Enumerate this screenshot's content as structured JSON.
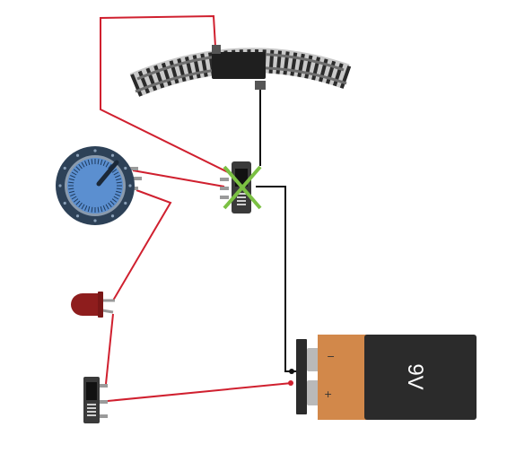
{
  "circuit": {
    "battery": {
      "voltage_label": "9V",
      "negative_label": "−",
      "positive_label": "+"
    },
    "components": {
      "track": "curved-rail-track",
      "potentiometer": "rotary-potentiometer",
      "led": "red-led",
      "switch_top": "slide-switch",
      "switch_bottom": "slide-switch",
      "battery": "9v-battery"
    },
    "colors": {
      "wire_red": "#d0202f",
      "wire_black": "#111111",
      "battery_orange": "#d2884a",
      "battery_body": "#2b2b2b",
      "knob_blue": "#5b8fd0",
      "knob_ring": "#2d4157",
      "led_red": "#8e1d1d",
      "fault_x": "#7bc043"
    }
  }
}
